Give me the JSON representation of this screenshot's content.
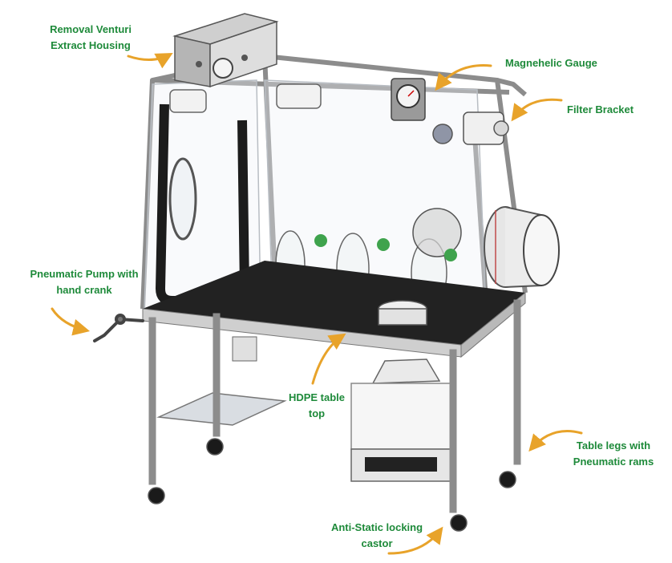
{
  "colors": {
    "label": "#1e8a3a",
    "arrow": "#e8a32a",
    "frame": "#8c8c8c",
    "tabletop": "#222222",
    "panel": "#d9dde2",
    "glove": "#3fa34d"
  },
  "labels": {
    "venturi": {
      "line1": "Removal Venturi",
      "line2": "Extract Housing"
    },
    "magnehelic": {
      "line1": "Magnehelic Gauge"
    },
    "filter": {
      "line1": "Filter Bracket"
    },
    "pump": {
      "line1": "Pneumatic Pump with",
      "line2": "hand crank"
    },
    "hdpe": {
      "line1": "HDPE table",
      "line2": "top"
    },
    "legs": {
      "line1": "Table legs with",
      "line2": "Pneumatic rams"
    },
    "castor": {
      "line1": "Anti-Static locking",
      "line2": "castor"
    }
  }
}
